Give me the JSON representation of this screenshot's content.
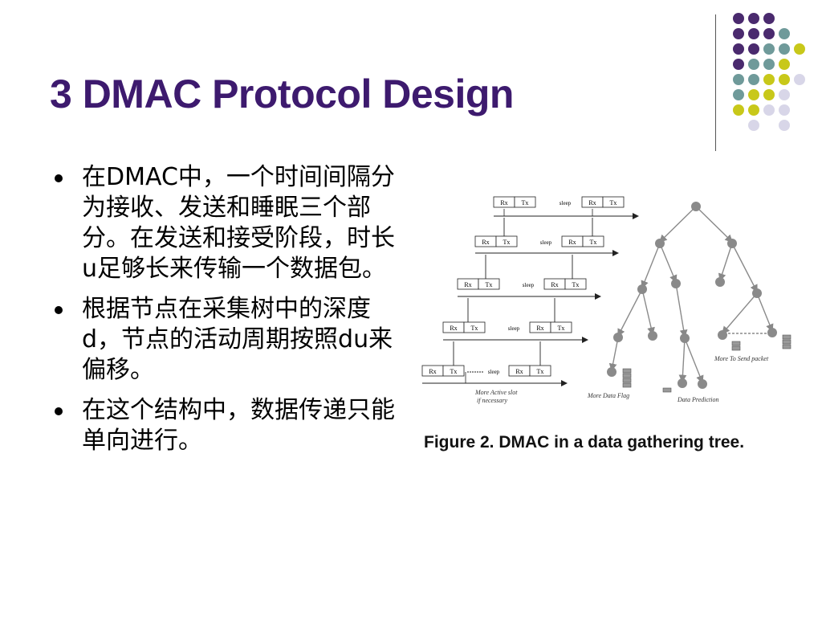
{
  "slide": {
    "title": "3 DMAC Protocol Design",
    "bullets": [
      "在DMAC中，一个时间间隔分为接收、发送和睡眠三个部分。在发送和接受阶段，时长u足够长来传输一个数据包。",
      "根据节点在采集树中的深度d，节点的活动周期按照du来偏移。",
      "在这个结构中，数据传递只能单向进行。"
    ]
  },
  "figure": {
    "caption": "Figure 2. DMAC in a data gathering tree.",
    "rx_label": "Rx",
    "tx_label": "Tx",
    "sleep_label": "sleep",
    "annotations": {
      "more_active_slot_1": "More Active slot",
      "more_active_slot_2": "if necessary",
      "more_data_flag": "More Data Flag",
      "data_prediction": "Data Prediction",
      "more_to_send": "More To Send packet"
    }
  },
  "decoration": {
    "colors": {
      "purple": "#4a2a6e",
      "teal": "#6f9a9a",
      "olive": "#c8c81a",
      "lavender": "#d8d6e8",
      "title": "#3d1a6e"
    }
  }
}
